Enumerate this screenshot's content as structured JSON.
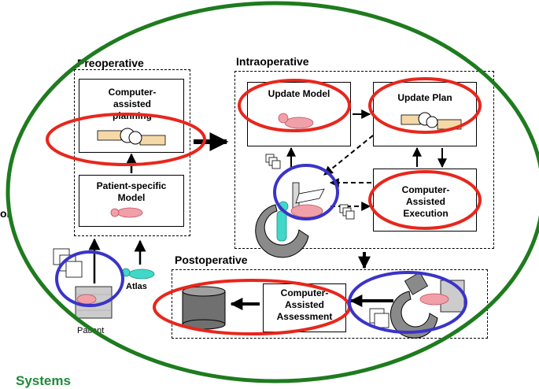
{
  "stages": {
    "preoperative": "Preoperative",
    "intraoperative": "Intraoperative",
    "postoperative": "Postoperative"
  },
  "boxes": {
    "computer_assisted_planning": "Computer-assisted planning",
    "patient_specific_model": "Patient-specific Model",
    "update_model": "Update Model",
    "update_plan": "Update Plan",
    "computer_assisted_execution": "Computer-Assisted Execution",
    "computer_assisted_assessment": "Computer-Assisted Assessment"
  },
  "labels": {
    "atlas": "Atlas",
    "patient": "Patient",
    "left_fragment": "or",
    "bottom_fragment": "Systems"
  },
  "colors": {
    "ellipse_green": "#1e7b1e",
    "highlight_red": "#e8261c",
    "highlight_blue": "#3a34c8",
    "bottom_text": "#1f8a3a",
    "flesh": "#f0a0a8",
    "bone": "#f5d8a8",
    "device_gray": "#8a8a8a",
    "cyan_figure": "#40d8c8"
  }
}
